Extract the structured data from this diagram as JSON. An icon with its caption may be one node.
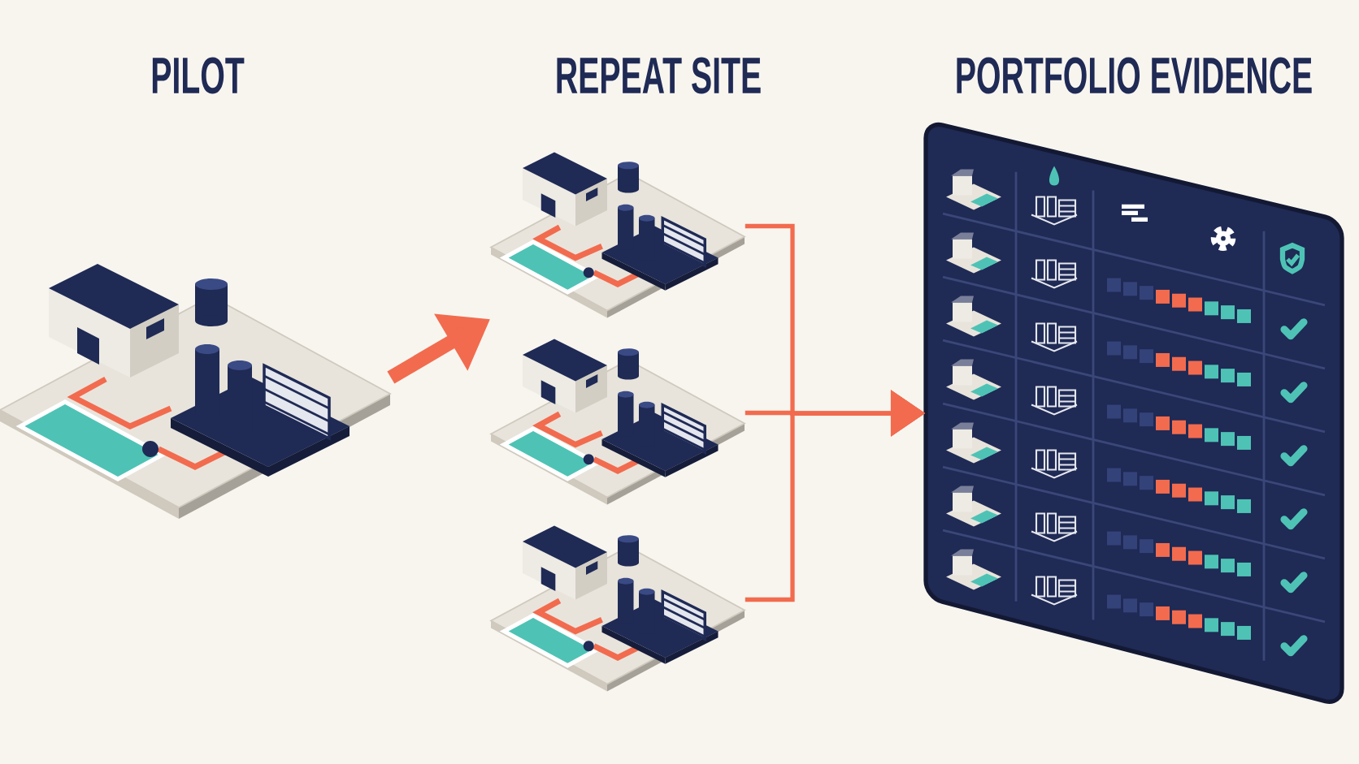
{
  "diagram": {
    "nodes": [
      {
        "text": [
          "PILOT"
        ]
      },
      {
        "text": [],
        "shape": "picture"
      },
      {
        "text": [],
        "shape": "picture"
      },
      {
        "text": [],
        "shape": "picture"
      },
      {
        "text": [
          "PORTFOLIO EVIDENCE"
        ]
      }
    ],
    "edges": [
      {
        "from": 0,
        "to": 1,
        "arrow": "to",
        "style": "thick"
      },
      {
        "from": 1,
        "to": 4,
        "arrow": "to"
      },
      {
        "from": 2,
        "to": 4,
        "arrow": "to"
      },
      {
        "from": 3,
        "to": 4,
        "arrow": "to"
      }
    ],
    "labels": [
      "REPEAT SITE"
    ]
  }
}
